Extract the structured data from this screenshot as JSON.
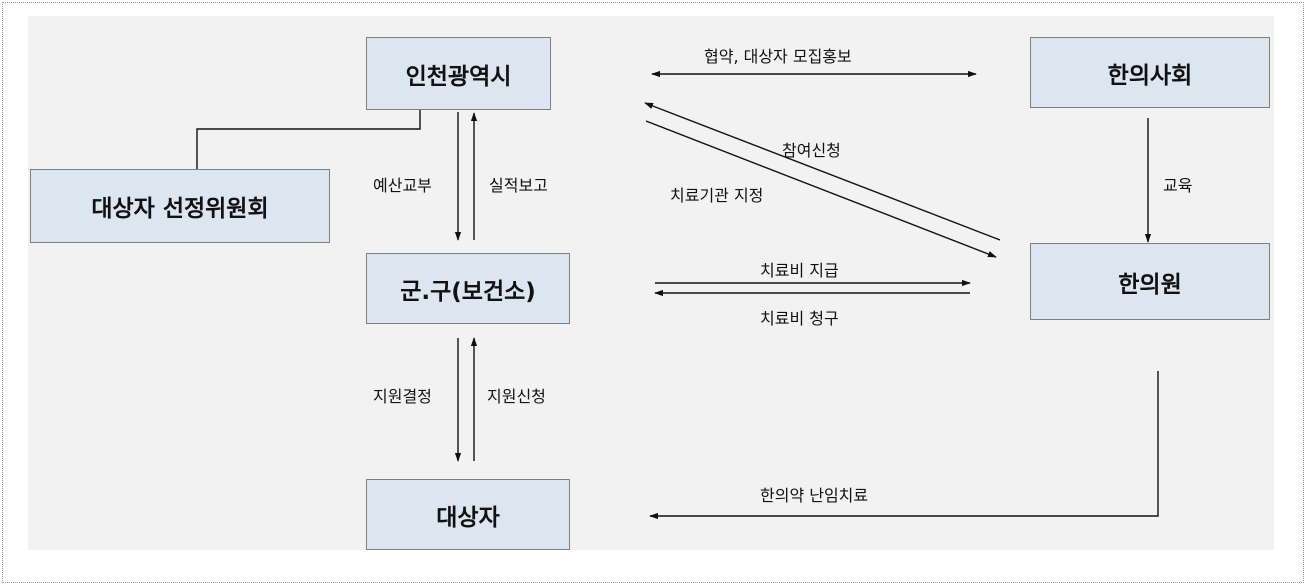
{
  "nodes": {
    "incheon_city": "인천광역시",
    "oriental_medicine_association": "한의사회",
    "selection_committee": "대상자 선정위원회",
    "district_health_center": "군.구(보건소)",
    "oriental_clinic": "한의원",
    "beneficiary": "대상자"
  },
  "edges": {
    "agreement_recruitment": "협약, 대상자 모집홍보",
    "participation_request": "참여신청",
    "designation": "치료기관 지정",
    "budget_grant": "예산교부",
    "performance_report": "실적보고",
    "education": "교육",
    "treatment_payment": "치료비 지급",
    "treatment_claim": "치료비 청구",
    "support_decision": "지원결정",
    "support_application": "지원신청",
    "infertility_treatment": "한의약 난임치료"
  },
  "colors": {
    "node_fill": "#dce6f1",
    "panel": "#f2f2f2",
    "line": "#111111"
  }
}
